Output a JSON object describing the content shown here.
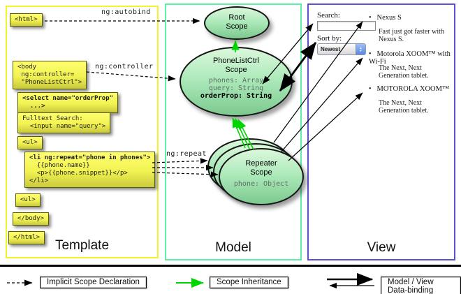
{
  "diagram": {
    "columns": [
      {
        "id": "template",
        "label": "Template",
        "border_color": "#f4f42c"
      },
      {
        "id": "model",
        "label": "Model",
        "border_color": "#5cf0a6"
      },
      {
        "id": "view",
        "label": "View",
        "border_color": "#5a50d0"
      }
    ]
  },
  "annotations": {
    "ng_autobind": "ng:autobind",
    "ng_controller": "ng:controller",
    "ng_repeat": "ng:repeat"
  },
  "template_code": {
    "html_open": "<html>",
    "body_open": "<body\n ng:controller=\n \"PhoneListCtrl\">",
    "select": "<select name=\"orderProp\"\n  ...>",
    "fulltext": "Fulltext Search:\n  <input name=\"query\">",
    "ul_open": "<ul>",
    "li_open": "<li ng:repeat=\"phone in phones\">",
    "li_rest": "  {{phone.name}}\n  <p>{{phone.snippet}}</p>\n</li>",
    "ul_close": "<ul>",
    "body_close": "</body>",
    "html_close": "</html>"
  },
  "model": {
    "root_scope": {
      "title": "Root\nScope"
    },
    "phonelist_scope": {
      "title": "PhoneListCtrl\nScope",
      "prop_phones": "phones: Array",
      "prop_query": "query: String",
      "prop_order": "orderProp: String"
    },
    "repeater_scope": {
      "title": "Repeater\nScope",
      "prop": "phone: Object"
    }
  },
  "view": {
    "search_label": "Search:",
    "search_value": "",
    "sort_label": "Sort by:",
    "sort_value": "Newest",
    "items": [
      {
        "title": "Nexus S",
        "desc": "Fast just got faster with Nexus S."
      },
      {
        "title": "Motorola XOOM™ with Wi-Fi",
        "desc": "The Next, Next Generation tablet."
      },
      {
        "title": "MOTOROLA XOOM™",
        "desc": "The Next, Next Generation tablet."
      }
    ]
  },
  "legend": {
    "implicit": "Implicit Scope Declaration",
    "inheritance": "Scope Inheritance",
    "binding": "Model / View Data-binding"
  },
  "colors": {
    "template_border": "#f4f42c",
    "model_border": "#5cf0a6",
    "view_border": "#5a50d0",
    "scope_fill_top": "#dbf7db",
    "scope_fill_bottom": "#7cc98f",
    "code_fill": "#ffff66",
    "inheritance_green": "#00d500"
  }
}
